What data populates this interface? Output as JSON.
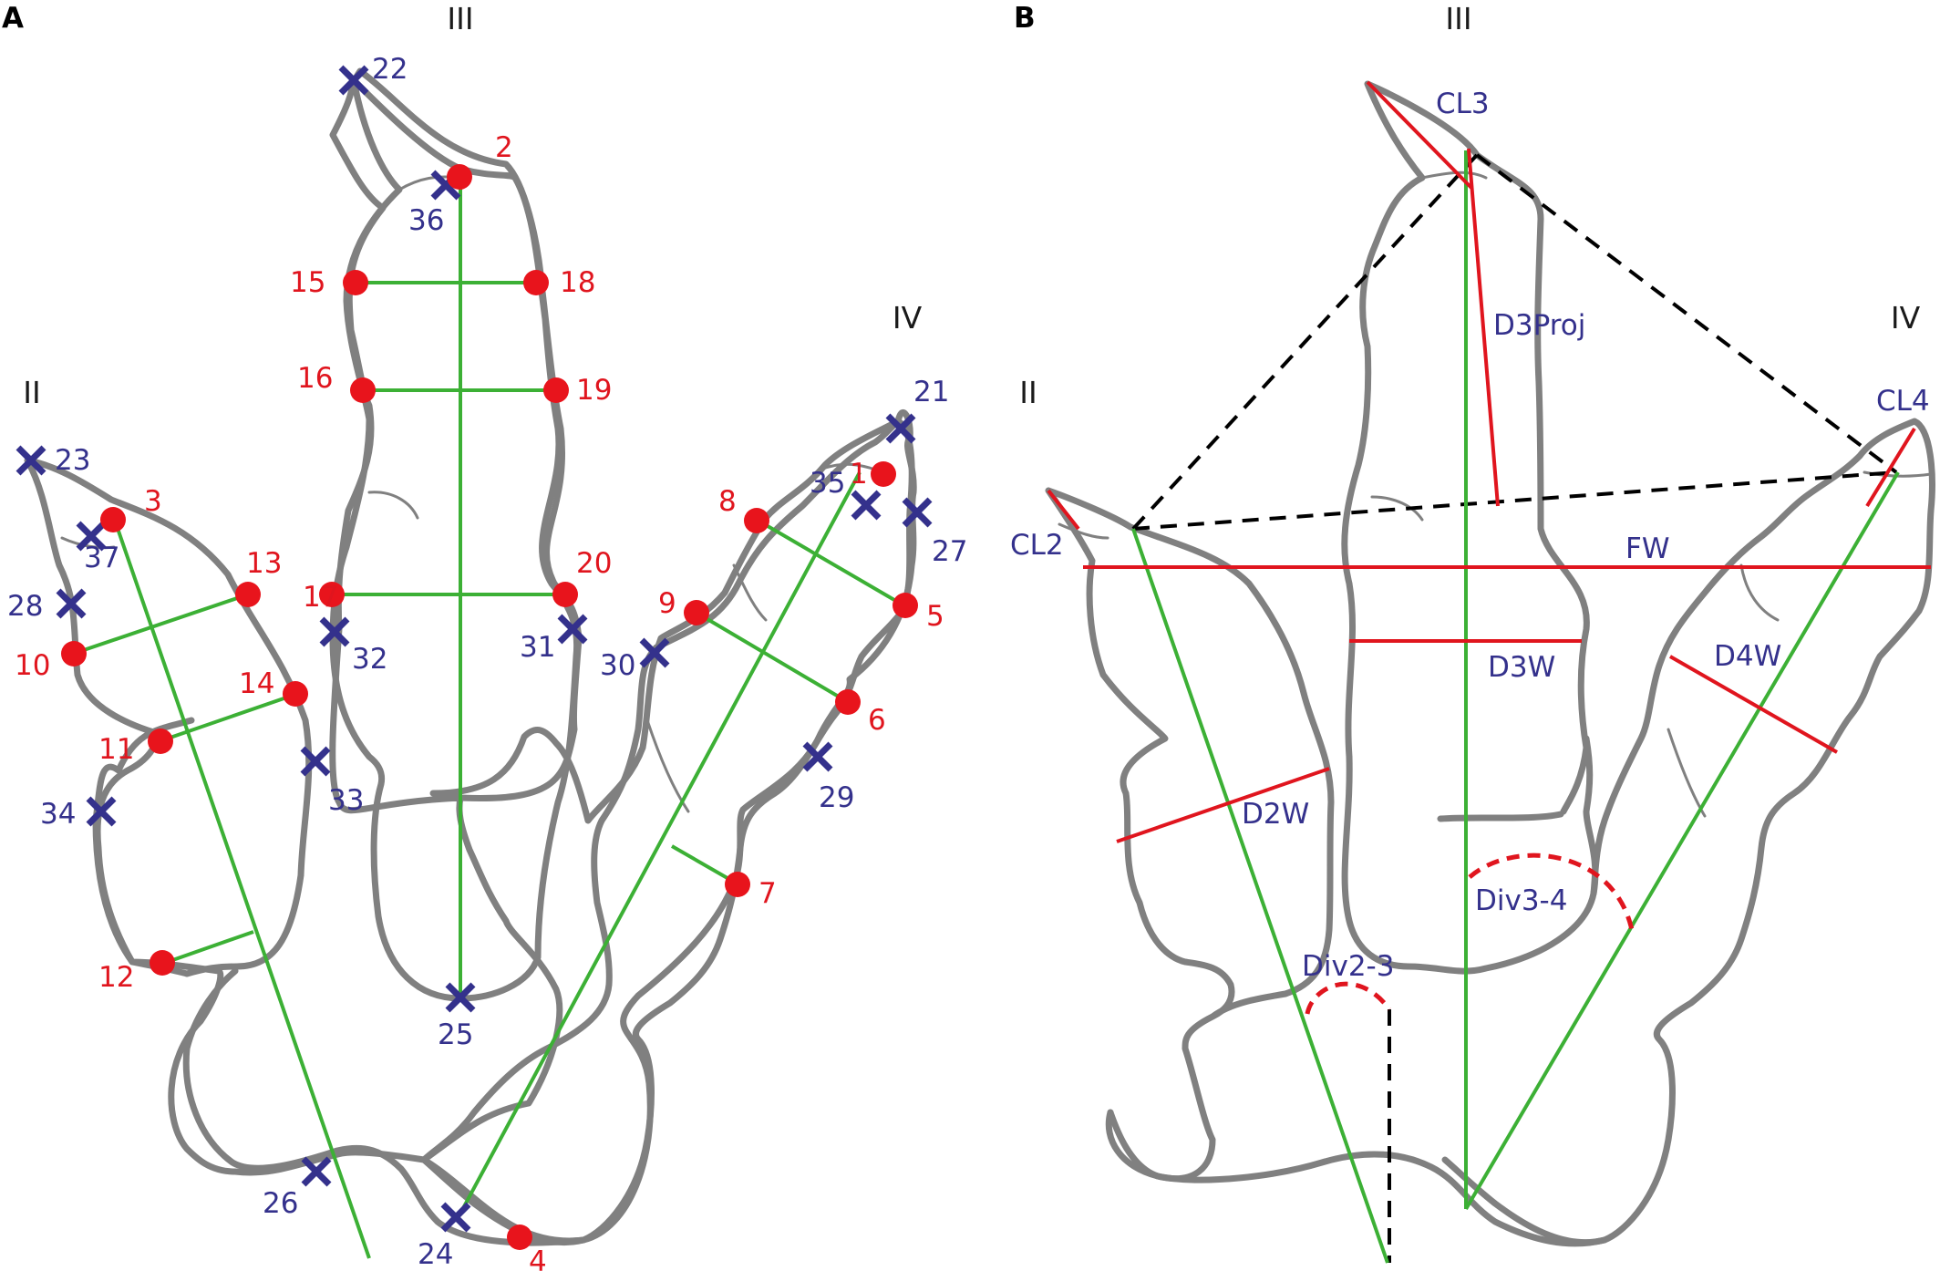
{
  "panels": [
    {
      "letter": "A",
      "digits": [
        "II",
        "III",
        "IV"
      ]
    },
    {
      "letter": "B",
      "digits": [
        "II",
        "III",
        "IV"
      ]
    }
  ],
  "landmarks": {
    "red_points": [
      "1",
      "2",
      "3",
      "4",
      "5",
      "6",
      "7",
      "8",
      "9",
      "10",
      "11",
      "12",
      "13",
      "14",
      "15",
      "16",
      "17",
      "18",
      "19",
      "20"
    ],
    "blue_points": [
      "21",
      "22",
      "23",
      "24",
      "25",
      "26",
      "27",
      "28",
      "29",
      "30",
      "31",
      "32",
      "33",
      "34",
      "35",
      "36",
      "37"
    ]
  },
  "measurements": [
    "CL2",
    "CL3",
    "CL4",
    "D3Proj",
    "FW",
    "D2W",
    "D3W",
    "D4W",
    "Div2-3",
    "Div3-4"
  ],
  "colors": {
    "outline": "#808080",
    "axis_green": "#3cb035",
    "measure_red": "#e0151e",
    "landmark_blue": "#34318c",
    "landmark_red": "#e8141c",
    "dashed_black": "#000000"
  },
  "icons": {
    "red_landmark": "filled-circle",
    "blue_landmark": "x-cross"
  }
}
